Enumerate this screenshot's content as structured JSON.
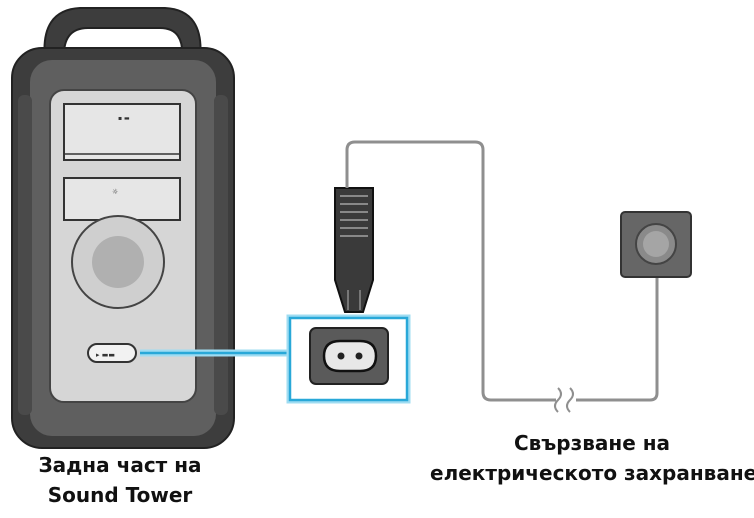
{
  "device": {
    "caption_line1": "Задна част на",
    "caption_line2": "Sound Tower"
  },
  "connection": {
    "caption_line1": "Свързване на",
    "caption_line2": "електрическото захранване"
  },
  "colors": {
    "device_body": "#5a5a5a",
    "device_frame": "#3d3d3d",
    "panel": "#d9d9d9",
    "highlight": "#29a8d8",
    "cable": "#9a9a9a",
    "outlet": "#666666",
    "plug": "#3a3a3a"
  },
  "icons": {
    "power_socket": "figure-8-socket-icon",
    "wall_outlet": "wall-outlet-icon",
    "cable_break": "cable-break-icon"
  }
}
